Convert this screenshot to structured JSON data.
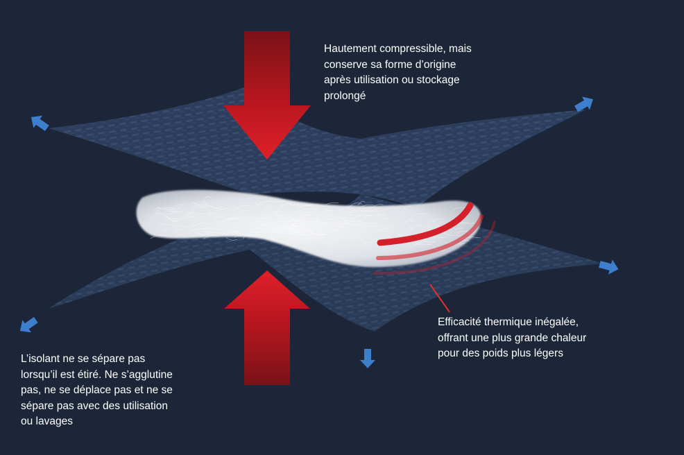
{
  "callouts": {
    "compress": {
      "lines": [
        "Hautement compressible, mais",
        "conserve sa forme d’origine",
        "après utilisation ou stockage",
        "prolongé"
      ]
    },
    "thermal": {
      "lines": [
        "Efficacité thermique inégalée,",
        "offrant une plus grande chaleur",
        "pour des poids plus légers"
      ]
    },
    "stretch": {
      "lines": [
        "L’isolant ne se sépare pas",
        "lorsqu’il est étiré. Ne s’agglutine",
        "pas, ne se déplace pas et ne se",
        "sépare pas avec des utilisation",
        "ou lavages"
      ]
    }
  },
  "colors": {
    "background": "#1c2638",
    "fabric": "#34496a",
    "compression_arrow": "#d3202a",
    "stretch_arrow": "#3d7fcc",
    "heat": "#d3202a",
    "insulation": "#e8eaee",
    "text": "#ffffff"
  }
}
